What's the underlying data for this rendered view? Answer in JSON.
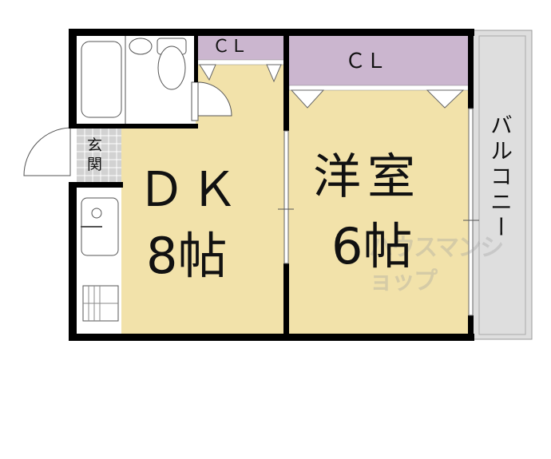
{
  "rooms": {
    "dk": {
      "name": "ＤＫ",
      "size": "8帖"
    },
    "western": {
      "name": "洋室",
      "size": "6帖"
    },
    "closet_left": "ＣＬ",
    "closet_right": "ＣＬ",
    "entrance": "玄関",
    "balcony": "バルコニー"
  },
  "watermark": "ハウスマンショップ",
  "colors": {
    "floor": "#f2e2aa",
    "closet": "#cbb6cf",
    "wall": "#000000",
    "balcony": "#dedede",
    "entrance_tile": "#cfcfcf"
  }
}
